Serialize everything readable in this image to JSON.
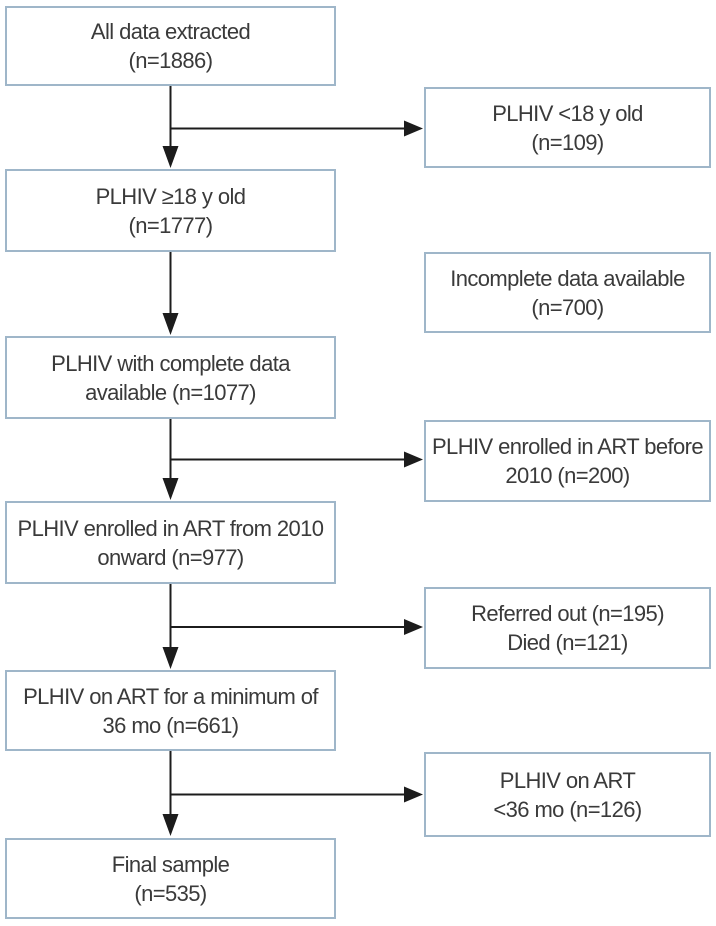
{
  "diagram": {
    "type": "flowchart",
    "description": "Participant selection flow diagram",
    "colors": {
      "box_border": "#9fb6c9",
      "text": "#3a3a3a",
      "arrow": "#1c1c1c",
      "background": "#ffffff"
    },
    "main_steps": [
      {
        "id": "all-data-extracted",
        "label": "All data extracted\n(n=1886)",
        "n": 1886
      },
      {
        "id": "adults-18plus",
        "label": "PLHIV ≥18 y old\n(n=1777)",
        "n": 1777
      },
      {
        "id": "complete-data",
        "label": "PLHIV with complete data\navailable (n=1077)",
        "n": 1077
      },
      {
        "id": "enrolled-2010-onward",
        "label": "PLHIV enrolled in ART from 2010\nonward (n=977)",
        "n": 977
      },
      {
        "id": "on-art-36mo",
        "label": "PLHIV on ART for a minimum of\n36 mo (n=661)",
        "n": 661
      },
      {
        "id": "final-sample",
        "label": "Final sample\n(n=535)",
        "n": 535
      }
    ],
    "exclusions": [
      {
        "id": "under-18",
        "label": "PLHIV <18 y old\n(n=109)",
        "n": 109,
        "branches_after_step": "all-data-extracted",
        "has_arrow": true
      },
      {
        "id": "incomplete-data",
        "label": "Incomplete data available\n(n=700)",
        "n": 700,
        "branches_after_step": "adults-18plus",
        "has_arrow": false
      },
      {
        "id": "enrolled-before-2010",
        "label": "PLHIV enrolled in ART before\n2010 (n=200)",
        "n": 200,
        "branches_after_step": "complete-data",
        "has_arrow": true
      },
      {
        "id": "referred-or-died",
        "label": "Referred out (n=195)\nDied (n=121)",
        "n_referred_out": 195,
        "n_died": 121,
        "branches_after_step": "enrolled-2010-onward",
        "has_arrow": true
      },
      {
        "id": "art-under-36mo",
        "label": "PLHIV on ART\n<36 mo (n=126)",
        "n": 126,
        "branches_after_step": "on-art-36mo",
        "has_arrow": true
      }
    ]
  }
}
